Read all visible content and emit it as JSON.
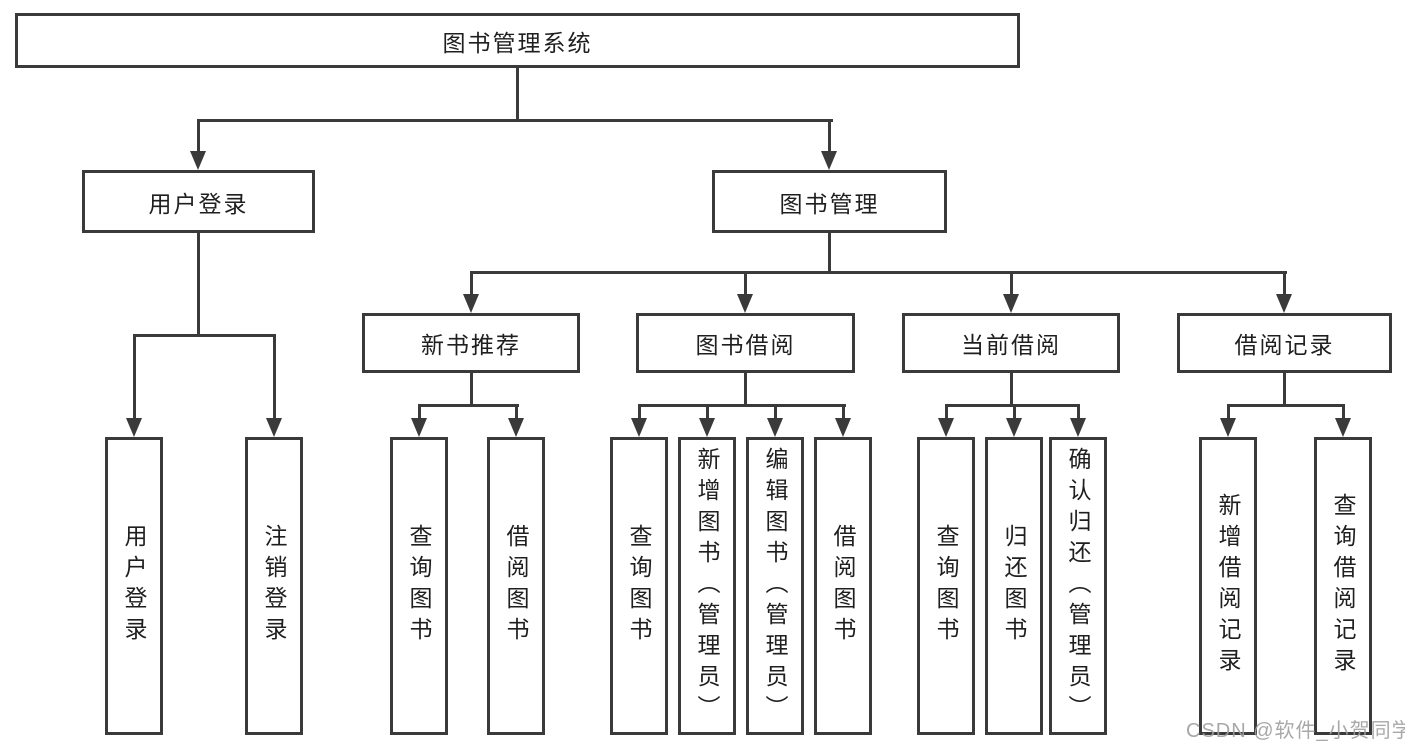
{
  "tree": {
    "root": "图书管理系统",
    "branches": [
      {
        "label": "用户登录",
        "children": [
          "用户登录",
          "注销登录"
        ]
      },
      {
        "label": "图书管理",
        "sections": [
          {
            "label": "新书推荐",
            "children": [
              "查询图书",
              "借阅图书"
            ]
          },
          {
            "label": "图书借阅",
            "children": [
              "查询图书",
              "新增图书（管理员）",
              "编辑图书（管理员）",
              "借阅图书"
            ]
          },
          {
            "label": "当前借阅",
            "children": [
              "查询图书",
              "归还图书",
              "确认归还（管理员）"
            ]
          },
          {
            "label": "借阅记录",
            "children": [
              "新增借阅记录",
              "查询借阅记录"
            ]
          }
        ]
      }
    ]
  },
  "watermark": {
    "text": "CSDN @软件_小贺同学"
  },
  "colors": {
    "line": "#3a3a3a",
    "text": "#1f1f1f",
    "watermark": "#9e9e9e",
    "background": "#ffffff"
  }
}
